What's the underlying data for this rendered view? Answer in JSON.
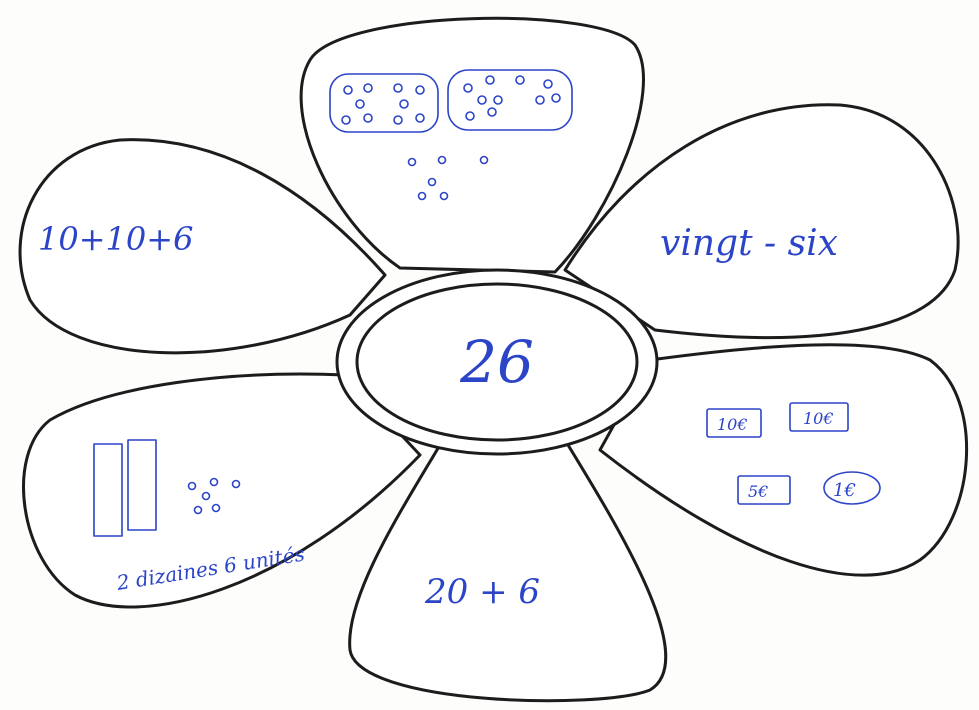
{
  "center": {
    "number": "26"
  },
  "petals": {
    "top": {
      "label": "",
      "representation": "dice patterns (10 + 10) and 6 dots"
    },
    "upper_left": {
      "text": "10+10+6"
    },
    "upper_right": {
      "text": "vingt - six"
    },
    "lower_right": {
      "notes": [
        "10€",
        "10€",
        "5€"
      ],
      "coin": "1€"
    },
    "bottom": {
      "text": "20 + 6"
    },
    "lower_left": {
      "text": "2 dizaines 6 unités"
    }
  },
  "colors": {
    "ink": "#2b44c8",
    "outline": "#1c1c1c",
    "paper": "#fdfdfb"
  }
}
